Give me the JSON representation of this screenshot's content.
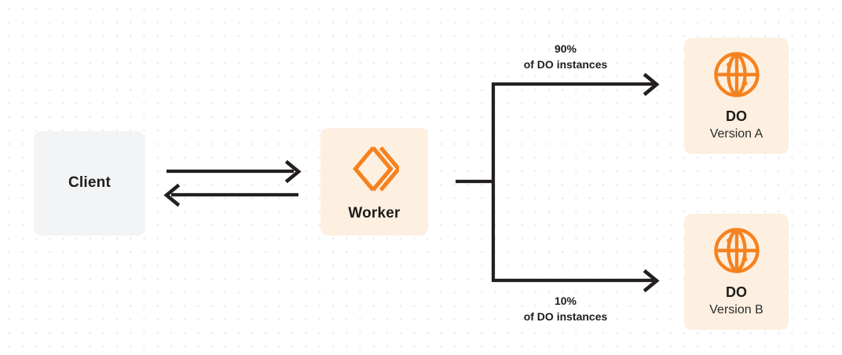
{
  "diagram": {
    "type": "architecture-flow",
    "background": {
      "style": "dot-grid",
      "dot_color": "#e9eaec",
      "page_color": "#ffffff"
    },
    "colors": {
      "brand_orange": "#f6821f",
      "box_cream": "#fdf0e1",
      "box_gray": "#f3f4f6",
      "stroke_dark": "#231f20",
      "text_dark": "#1d1d1b"
    },
    "nodes": {
      "client": {
        "label": "Client",
        "icon": "none"
      },
      "worker": {
        "label": "Worker",
        "icon": "cloudflare-workers-logo"
      },
      "do_a": {
        "label": "DO",
        "sublabel": "Version A",
        "icon": "globe-icon"
      },
      "do_b": {
        "label": "DO",
        "sublabel": "Version B",
        "icon": "globe-icon"
      }
    },
    "edges": {
      "client_to_worker": {
        "direction": "right",
        "label": ""
      },
      "worker_to_client": {
        "direction": "left",
        "label": ""
      },
      "worker_to_do_a": {
        "direction": "right",
        "label_line1": "90%",
        "label_line2": "of DO instances",
        "percent": 90
      },
      "worker_to_do_b": {
        "direction": "right",
        "label_line1": "10%",
        "label_line2": "of DO instances",
        "percent": 10
      }
    }
  }
}
